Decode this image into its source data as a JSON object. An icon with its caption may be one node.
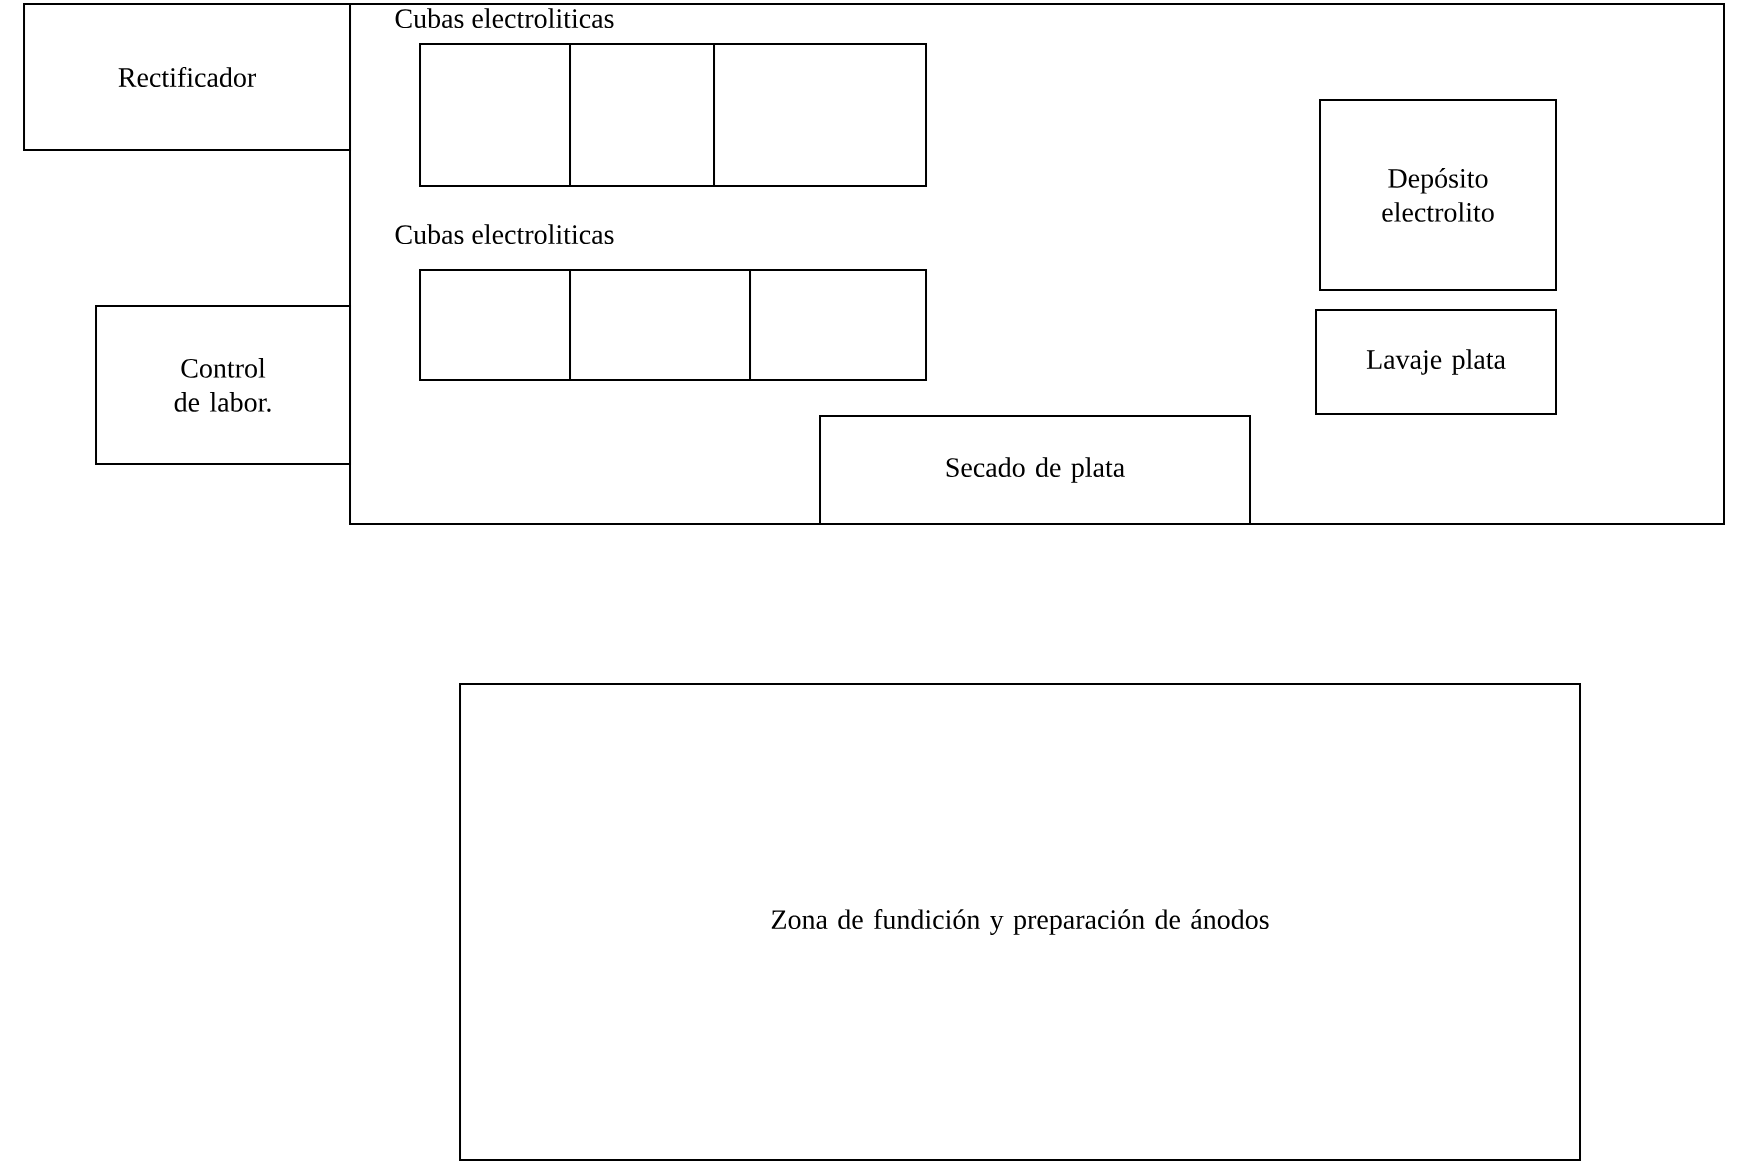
{
  "diagram": {
    "nodes": [
      {
        "text": [],
        "shape": "box"
      },
      {
        "text": [
          "Rectificador"
        ]
      },
      {
        "text": [],
        "shape": "box",
        "in": 0
      },
      {
        "text": [],
        "shape": "box",
        "in": 0
      },
      {
        "text": [],
        "shape": "box",
        "in": 0
      },
      {
        "text": [
          "Depósito electrolito"
        ],
        "in": 0
      },
      {
        "text": [],
        "shape": "box",
        "in": 0
      },
      {
        "text": [],
        "shape": "box",
        "in": 0
      },
      {
        "text": [],
        "shape": "box",
        "in": 0
      },
      {
        "text": [
          "Control de labor."
        ]
      },
      {
        "text": [
          "Lavaje plata"
        ],
        "in": 0
      },
      {
        "text": [
          "Secado de plata"
        ],
        "in": 0
      },
      {
        "text": [
          "Zona de fundición y preparación de ánodos"
        ]
      }
    ],
    "labels": [
      "Cubas electroliticas",
      "Cubas electroliticas"
    ]
  }
}
